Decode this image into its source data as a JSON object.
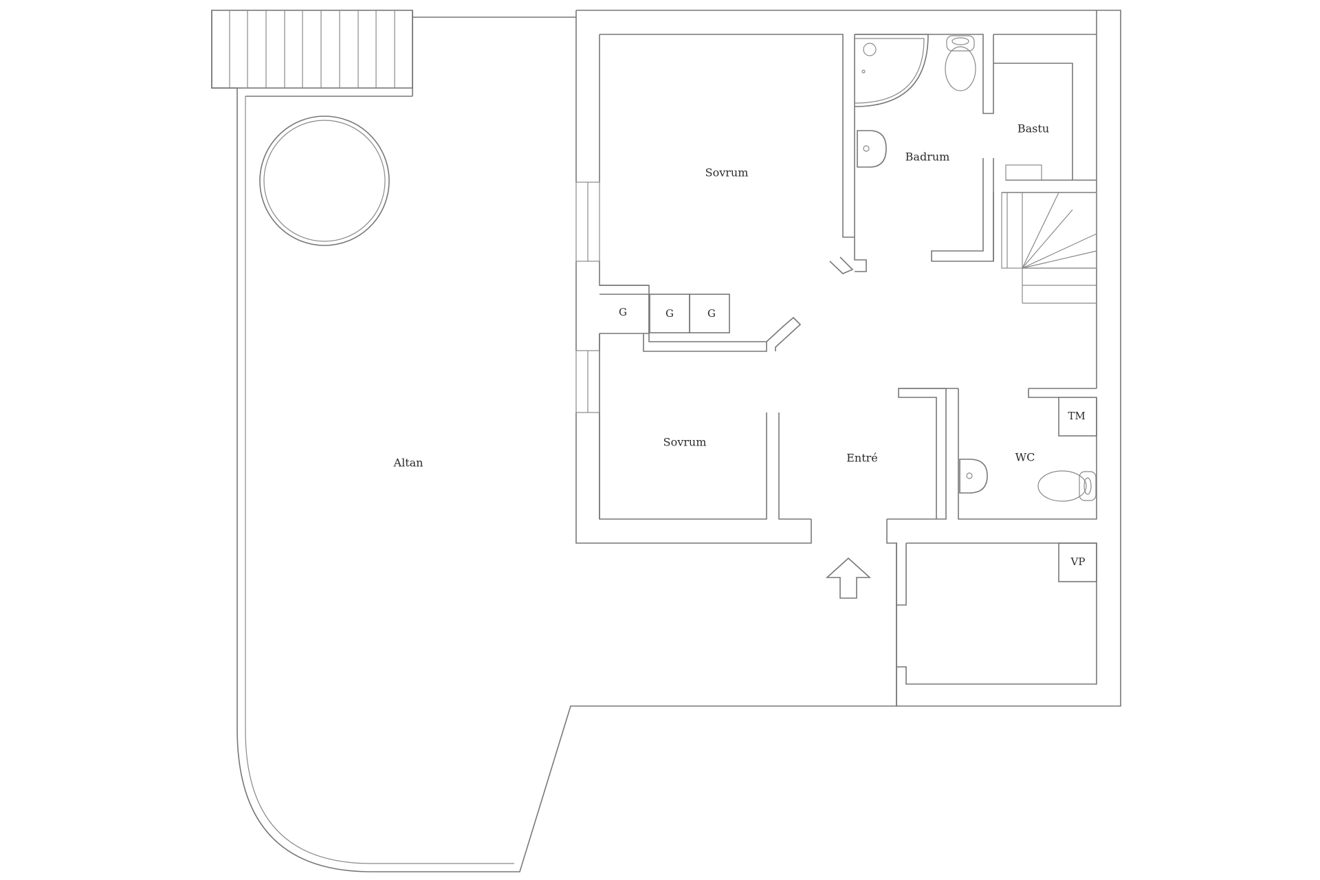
{
  "plan": {
    "rooms": {
      "altan": "Altan",
      "sovrum_upper": "Sovrum",
      "sovrum_lower": "Sovrum",
      "badrum": "Badrum",
      "bastu": "Bastu",
      "entre": "Entré",
      "wc": "WC"
    },
    "fixtures": {
      "g1": "G",
      "g2": "G",
      "g3": "G",
      "tm": "TM",
      "vp": "VP"
    },
    "icons": [
      "hot-tub-icon",
      "shower-icon",
      "toilet-icon",
      "sink-icon",
      "stairs-icon",
      "entrance-arrow-icon"
    ],
    "line_color": "#777777"
  }
}
